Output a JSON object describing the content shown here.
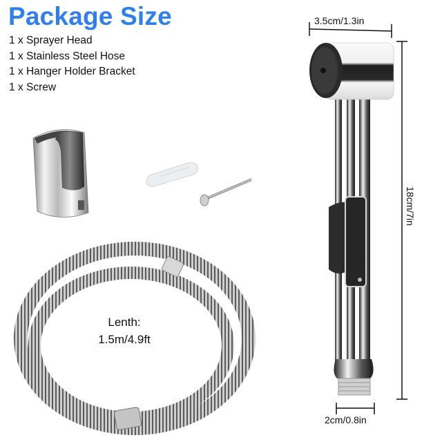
{
  "header": {
    "title": "Package Size",
    "title_color": "#2f80ed"
  },
  "package_items": [
    {
      "label": "1 x Sprayer Head"
    },
    {
      "label": "1 x Stainless Steel Hose"
    },
    {
      "label": "1 x Hanger Holder Bracket"
    },
    {
      "label": "1 x Screw"
    }
  ],
  "hose": {
    "label_line1": "Lenth:",
    "label_line2": "1.5m/4.9ft"
  },
  "sprayer": {
    "head_width": "3.5cm/1.3in",
    "height": "18cm/7in",
    "connector_width": "2cm/0.8in"
  },
  "images": {
    "bracket": "hanger-holder-bracket",
    "anchor": "wall-plug-anchor",
    "screw": "screw",
    "hose": "stainless-steel-hose",
    "sprayer": "sprayer-head"
  }
}
